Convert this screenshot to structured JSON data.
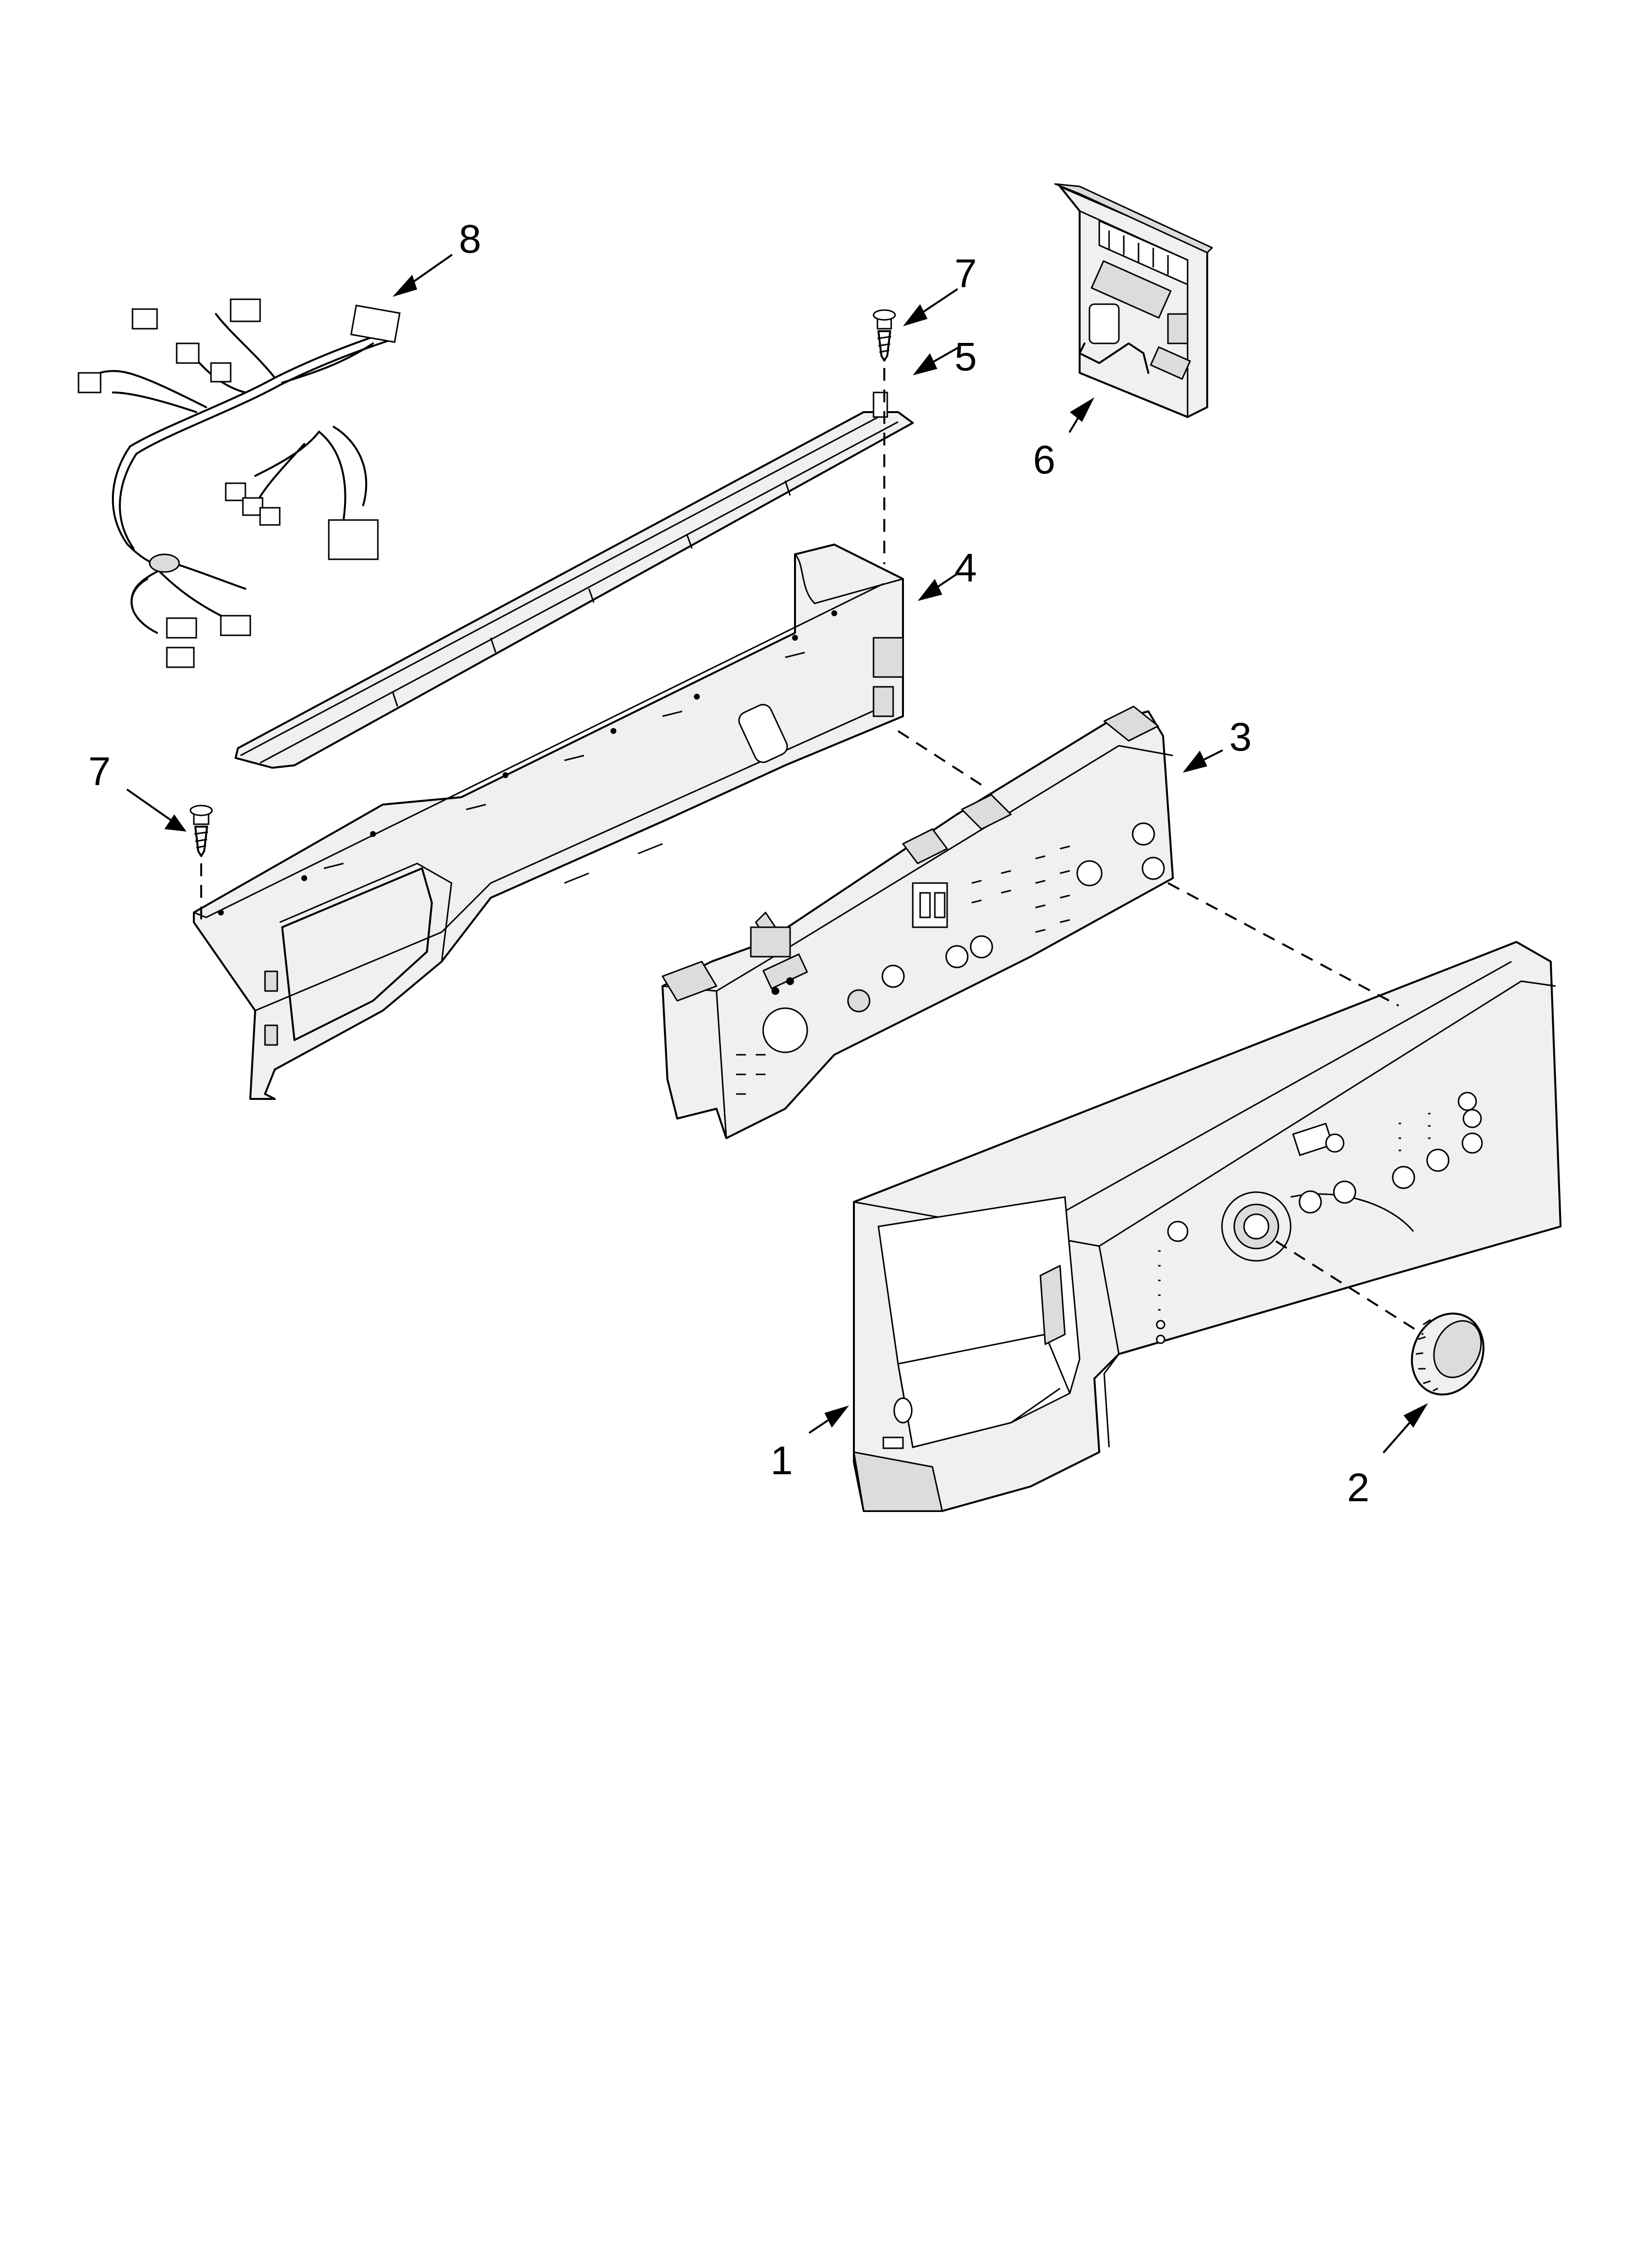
{
  "callouts": [
    {
      "id": "1",
      "text": "1"
    },
    {
      "id": "2",
      "text": "2"
    },
    {
      "id": "3",
      "text": "3"
    },
    {
      "id": "4",
      "text": "4"
    },
    {
      "id": "5",
      "text": "5"
    },
    {
      "id": "6",
      "text": "6"
    },
    {
      "id": "7a",
      "text": "7"
    },
    {
      "id": "7b",
      "text": "7"
    },
    {
      "id": "8",
      "text": "8"
    }
  ]
}
